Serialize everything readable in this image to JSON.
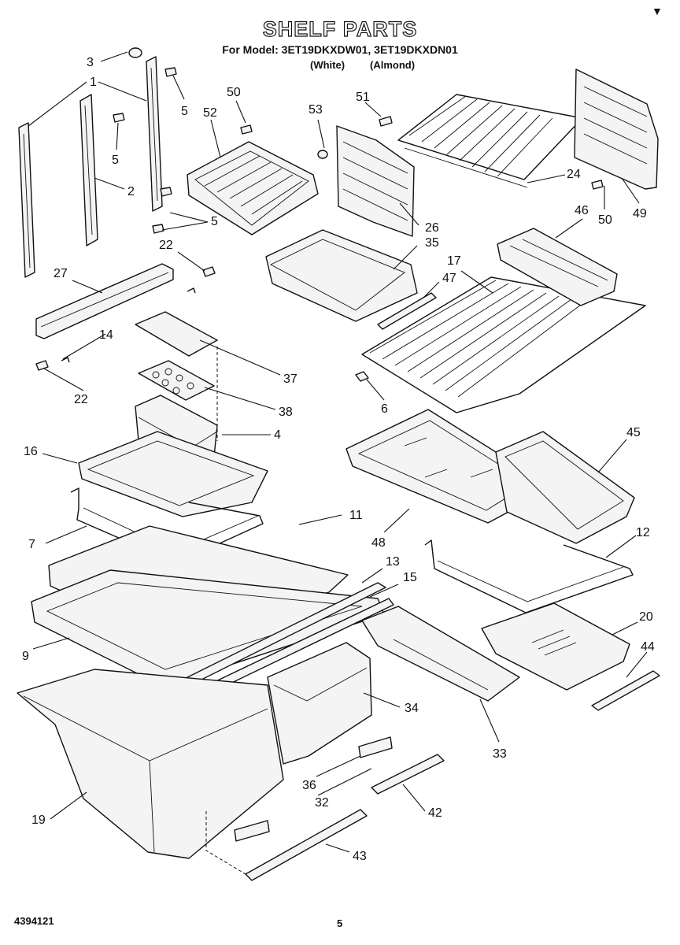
{
  "header": {
    "title": "SHELF PARTS",
    "subtitle": "For Model: 3ET19DKXDW01, 3ET19DKXDN01",
    "variants": [
      "(White)",
      "(Almond)"
    ]
  },
  "footer": {
    "doc_number": "4394121",
    "page_number": "5"
  },
  "page_mark": "▼",
  "callouts": [
    "3",
    "1",
    "5",
    "5",
    "2",
    "5",
    "22",
    "22",
    "27",
    "14",
    "37",
    "38",
    "4",
    "16",
    "7",
    "11",
    "9",
    "19",
    "13",
    "15",
    "34",
    "36",
    "32",
    "42",
    "43",
    "50",
    "52",
    "53",
    "51",
    "26",
    "35",
    "47",
    "17",
    "24",
    "46",
    "50",
    "49",
    "6",
    "45",
    "48",
    "12",
    "20",
    "44",
    "33"
  ]
}
